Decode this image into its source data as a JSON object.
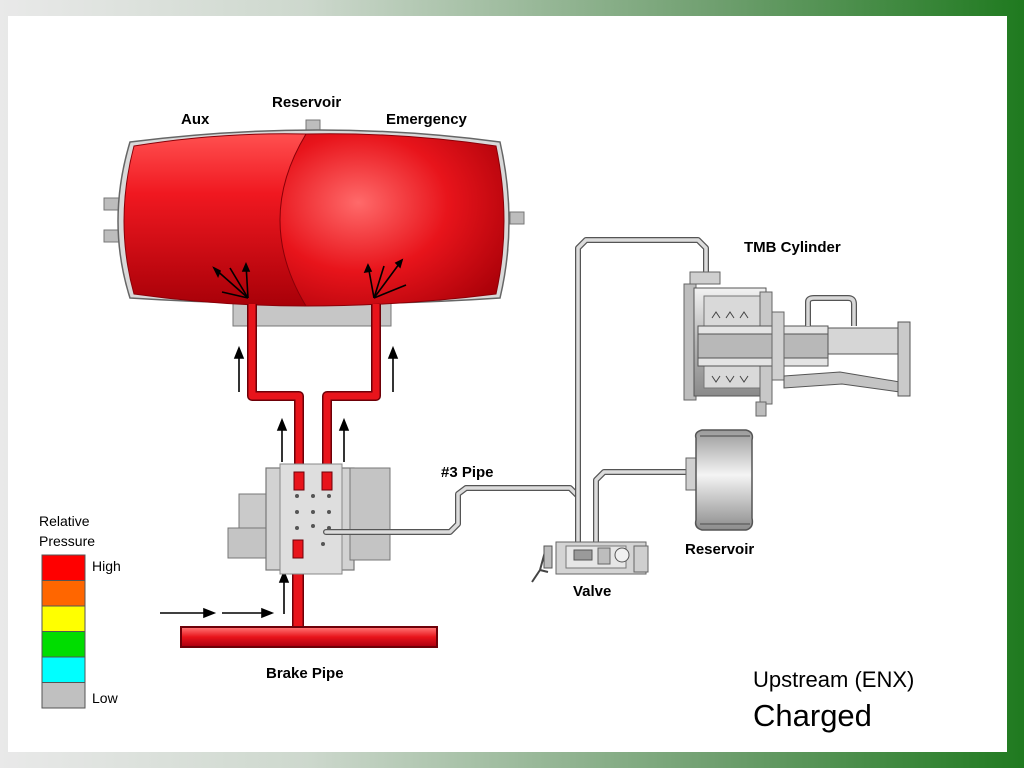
{
  "labels": {
    "reservoir_top": "Reservoir",
    "aux": "Aux",
    "emergency": "Emergency",
    "tmb_cylinder": "TMB Cylinder",
    "pipe3": "#3 Pipe",
    "reservoir_right": "Reservoir",
    "valve": "Valve",
    "brake_pipe": "Brake Pipe"
  },
  "legend": {
    "title_line1": "Relative",
    "title_line2": "Pressure",
    "high": "High",
    "low": "Low",
    "levels": [
      "#ff0000",
      "#ff6600",
      "#ffff00",
      "#00dd00",
      "#00ffff",
      "#c0c0c0"
    ]
  },
  "status": {
    "line1": "Upstream (ENX)",
    "line2": "Charged"
  },
  "colors": {
    "charged": "#e8141b",
    "uncharged": "#c8c8c8",
    "frame_green": "#1f7a1f"
  }
}
